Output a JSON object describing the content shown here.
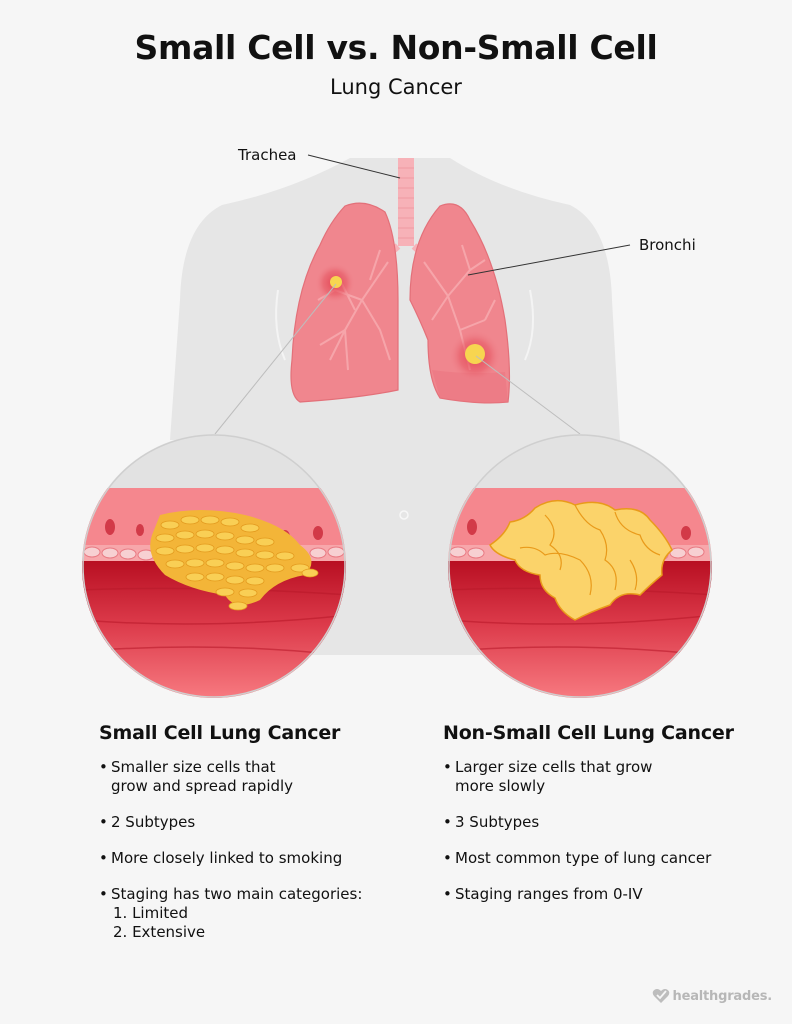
{
  "header": {
    "title": "Small Cell vs. Non-Small Cell",
    "subtitle": "Lung Cancer"
  },
  "diagram": {
    "labels": {
      "trachea": "Trachea",
      "bronchi": "Bronchi"
    },
    "colors": {
      "background": "#f6f6f6",
      "body": "#e6e6e6",
      "lung": "#f0868e",
      "lung_dark": "#e16a75",
      "trachea": "#f7b2b8",
      "tumor": "#f7c948",
      "tissue_dark": "#c7172a",
      "tissue_light": "#f5737c"
    }
  },
  "columns": [
    {
      "heading": "Small Cell Lung Cancer",
      "bullets": [
        {
          "lines": [
            "Smaller size cells that",
            "grow and spread rapidly"
          ]
        },
        {
          "lines": [
            "2 Subtypes"
          ]
        },
        {
          "lines": [
            "More closely linked to smoking"
          ]
        },
        {
          "lines": [
            "Staging has two main categories:"
          ],
          "sublist": [
            "1. Limited",
            "2. Extensive"
          ]
        }
      ]
    },
    {
      "heading": "Non-Small Cell Lung Cancer",
      "bullets": [
        {
          "lines": [
            "Larger size cells that grow",
            "more slowly"
          ]
        },
        {
          "lines": [
            "3 Subtypes"
          ]
        },
        {
          "lines": [
            "Most common type of lung cancer"
          ]
        },
        {
          "lines": [
            "Staging ranges from 0-IV"
          ]
        }
      ]
    }
  ],
  "footer": {
    "brand": "healthgrades."
  }
}
